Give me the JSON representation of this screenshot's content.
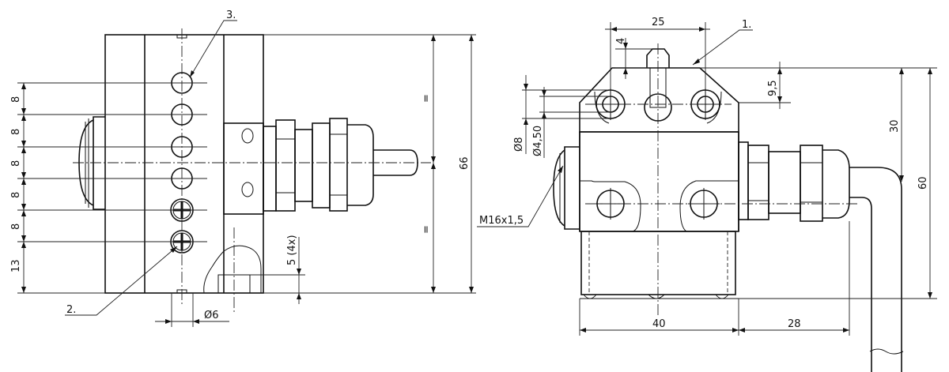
{
  "left_view": {
    "callout_hole": "3.",
    "callout_screw": "2.",
    "dim_pitch": [
      "8",
      "8",
      "8",
      "8",
      "8"
    ],
    "dim_bottom": "13",
    "dim_height": "66",
    "dim_equal": "=",
    "dim_depth": "5 (4x)",
    "dim_hole_dia": "Ø6"
  },
  "right_view": {
    "callout_body": "1.",
    "dim_width_top": "25",
    "dim_offset": "4",
    "dim_bore": "Ø8",
    "dim_bore_small": "Ø4,50",
    "dim_chamfer": "9,5",
    "dim_height_upper": "30",
    "dim_height_total": "60",
    "dim_width_base": "40",
    "dim_cable": "28",
    "thread": "M16x1,5"
  }
}
